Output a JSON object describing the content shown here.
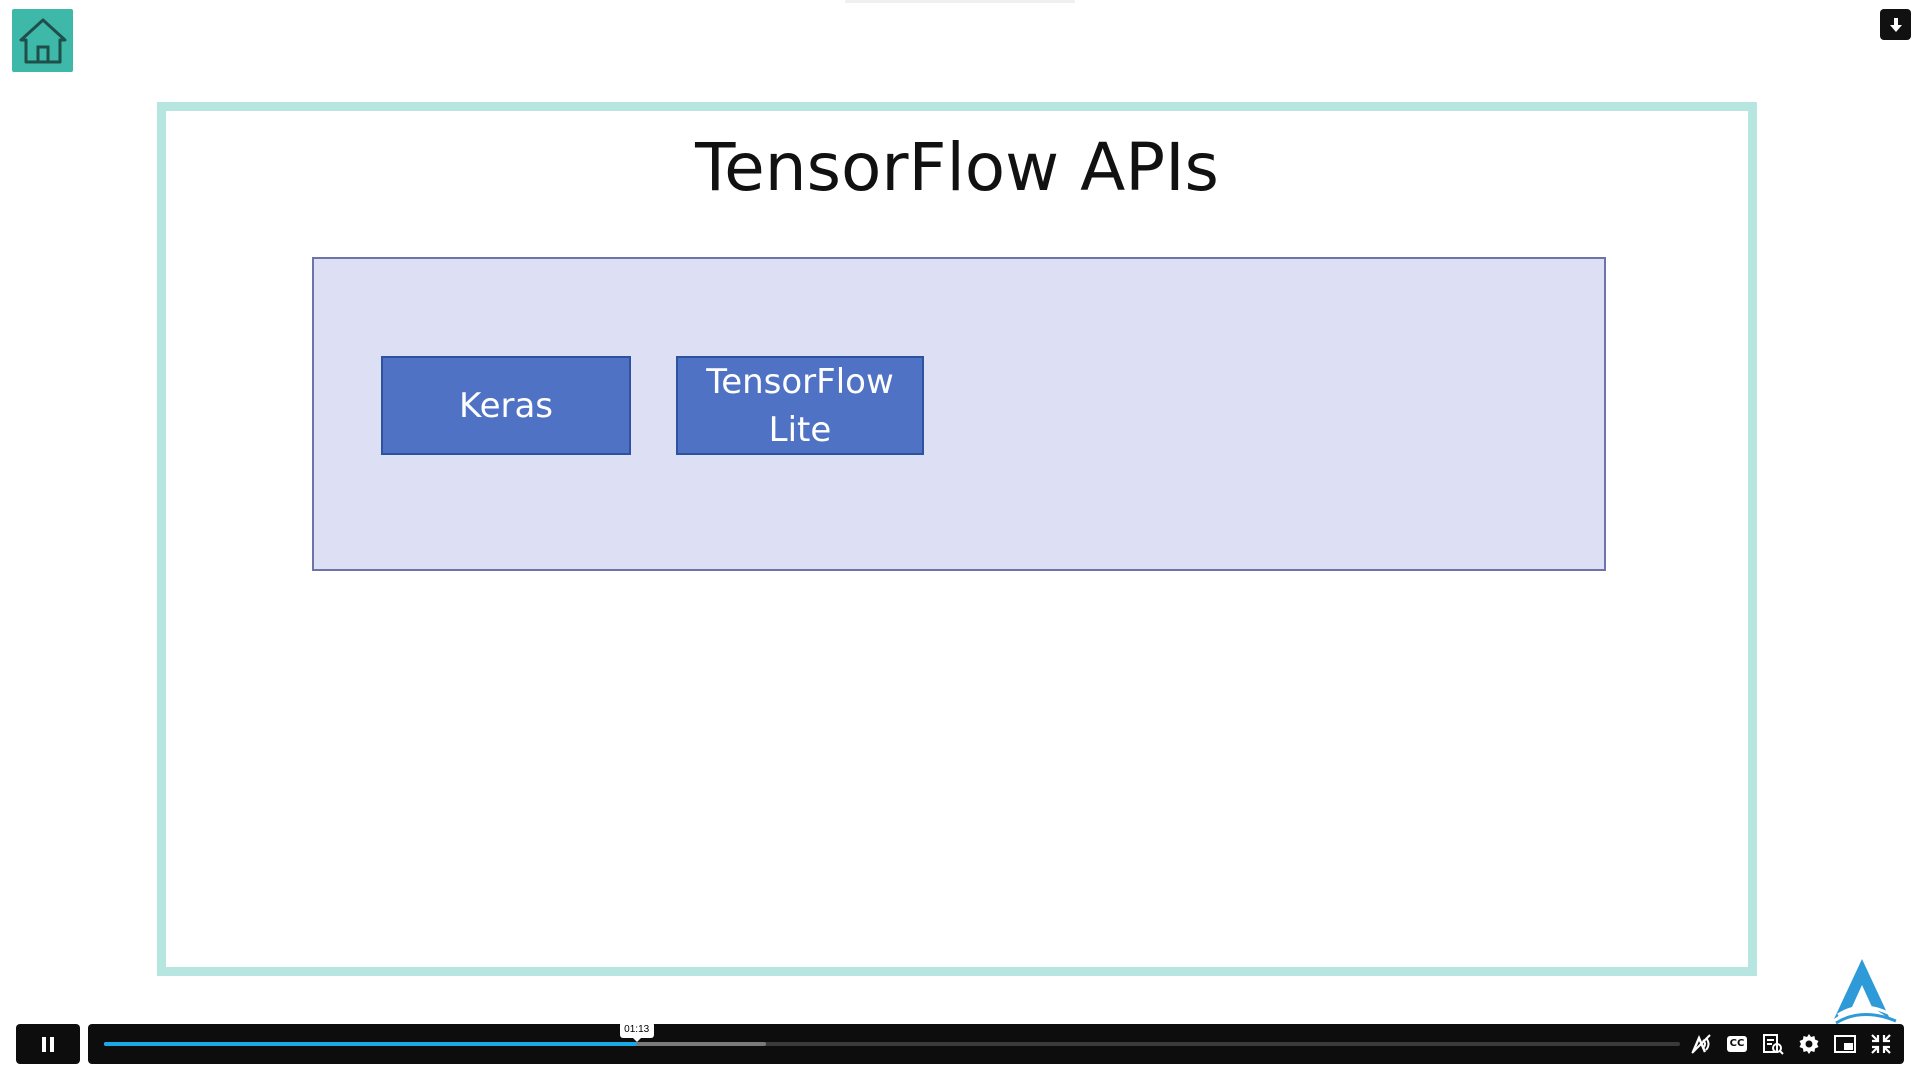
{
  "slide": {
    "title": "TensorFlow APIs",
    "apis": [
      {
        "label": "Keras"
      },
      {
        "label": "TensorFlow Lite"
      }
    ]
  },
  "player": {
    "tooltip_time": "01:13",
    "progress_fraction": 0.338,
    "buffered_fraction": 0.42,
    "cc_label": "CC"
  },
  "icons": {
    "home": "home-icon",
    "download": "download-icon",
    "pause": "pause-icon",
    "audio_description": "audio-description-icon",
    "captions": "captions-icon",
    "transcript": "transcript-icon",
    "settings": "gear-icon",
    "picture_in_picture": "picture-in-picture-icon",
    "exit_fullscreen": "exit-fullscreen-icon",
    "logo": "brand-logo"
  },
  "colors": {
    "home_button": "#3eb8a8",
    "slide_border": "#b7e6e0",
    "panel_bg": "#dde0f4",
    "api_box": "#4f72c4",
    "progress": "#1aa8e6",
    "logo": "#2e9ad8"
  }
}
